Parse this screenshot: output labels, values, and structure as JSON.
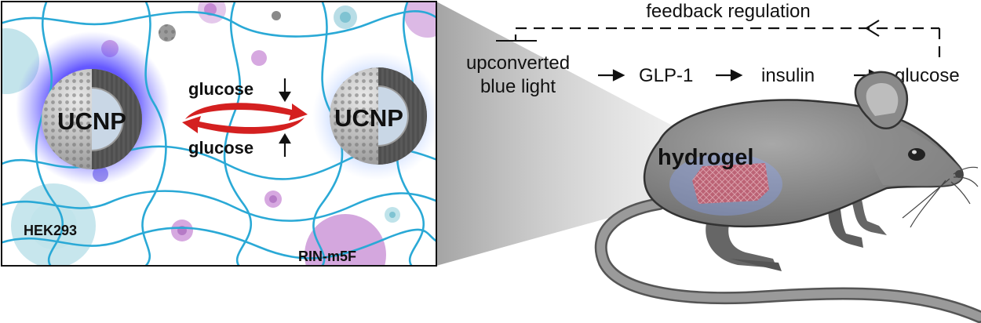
{
  "labels": {
    "feedback": "feedback regulation",
    "upconverted_line1": "upconverted",
    "upconverted_line2": "blue light",
    "glp1": "GLP-1",
    "insulin": "insulin",
    "glucose_flow": "glucose",
    "ucnp_left": "UCNP",
    "ucnp_right": "UCNP",
    "glucose_down": "glucose",
    "glucose_up": "glucose",
    "hek293": "HEK293",
    "rin": "RIN-m5F",
    "hydrogel": "hydrogel"
  },
  "colors": {
    "hydrogel_fiber": "#2aa9d6",
    "blue_glow": "#2b2bff",
    "cyan_cell": "#a9d9e3",
    "magenta_cell": "#c58ad3",
    "red_arrow": "#d42020",
    "mouse_gray": "#7a7a7a"
  },
  "icons": [
    "ucnp-particle-icon",
    "mouse-icon",
    "red-exchange-arrows-icon"
  ]
}
